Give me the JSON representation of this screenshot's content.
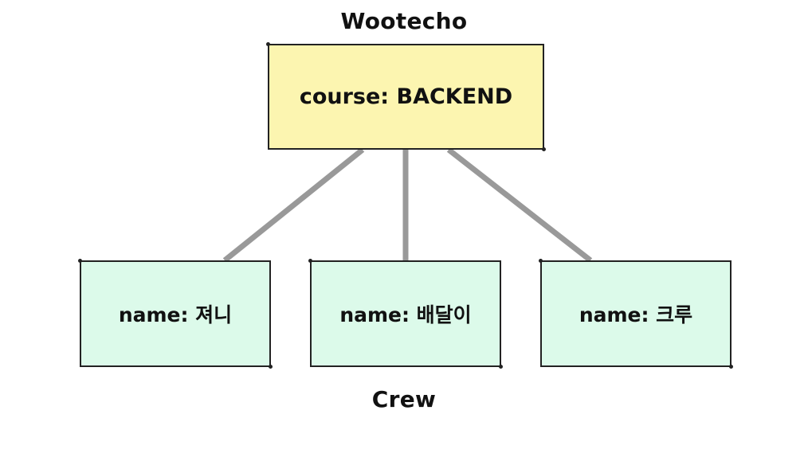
{
  "top_label": "Wootecho",
  "bottom_label": "Crew",
  "course": {
    "text": "course: BACKEND"
  },
  "crew": [
    {
      "text": "name: 져니"
    },
    {
      "text": "name: 배달이"
    },
    {
      "text": "name: 크루"
    }
  ],
  "colors": {
    "course_fill": "#fcf5b0",
    "crew_fill": "#dcfaea",
    "link": "#999999",
    "border": "#222222"
  }
}
